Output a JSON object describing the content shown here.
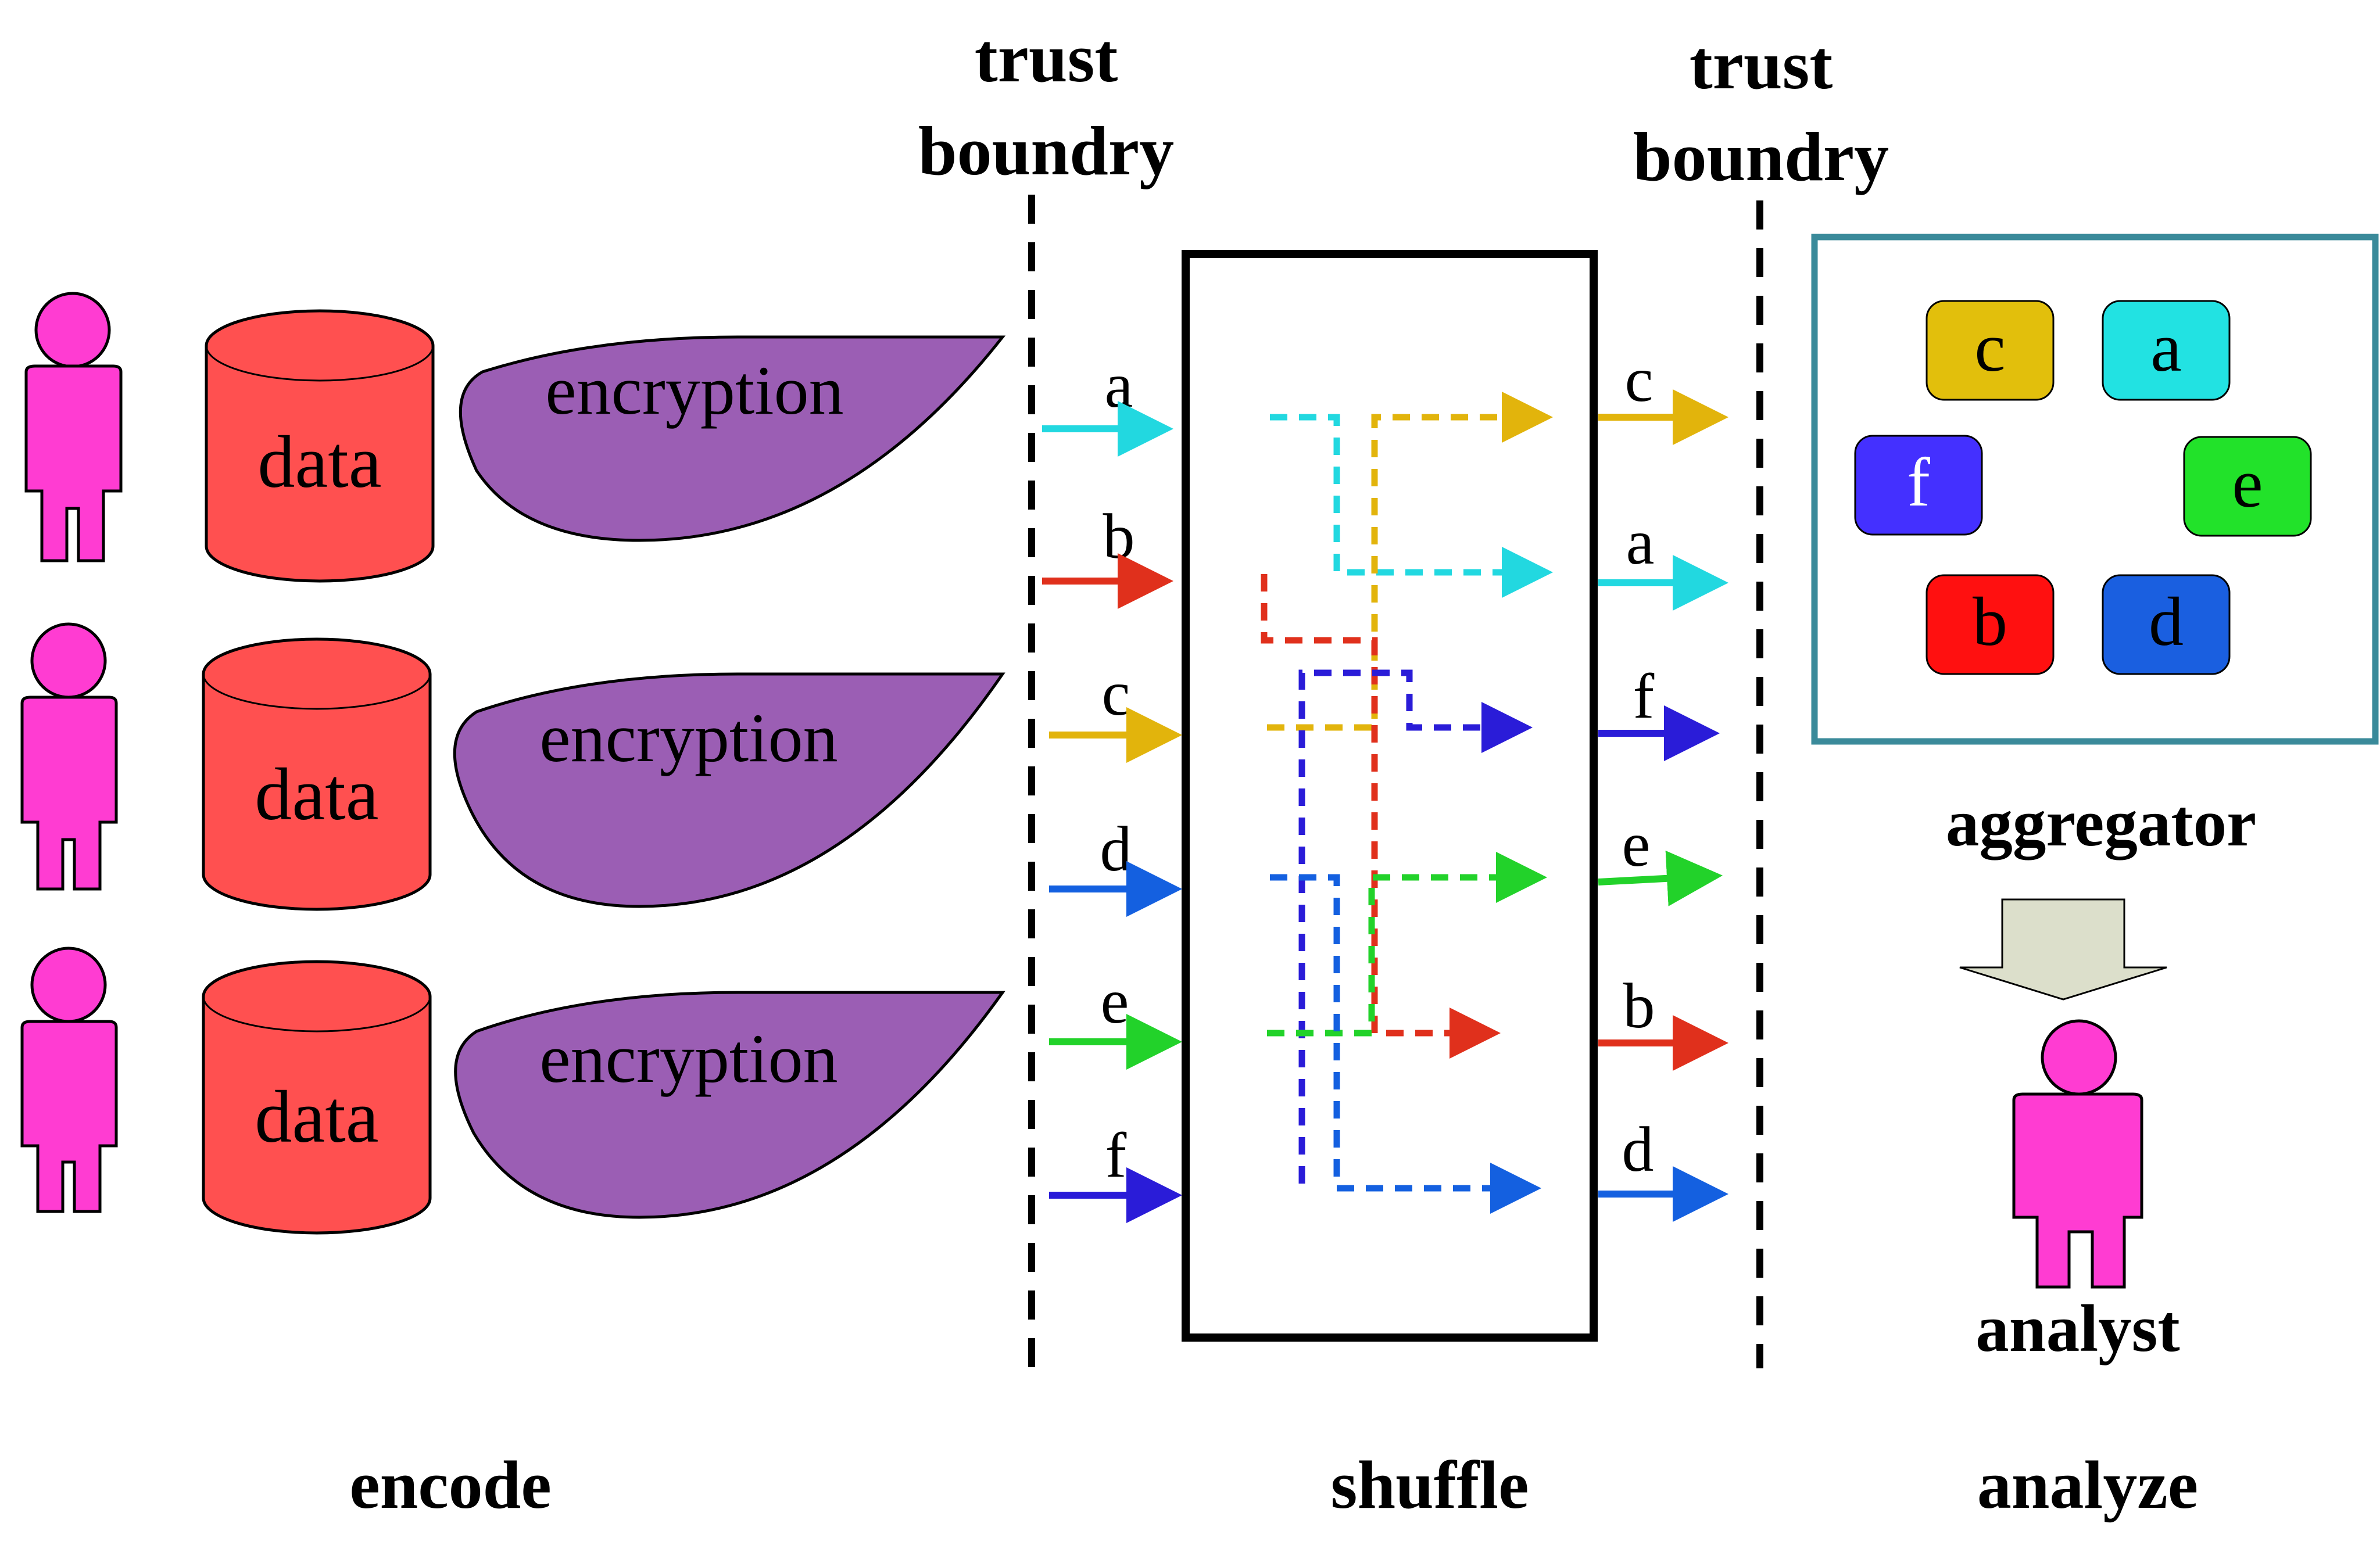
{
  "labels": {
    "trust_boundary": [
      "trust",
      "boundry"
    ],
    "data": "data",
    "encryption": "encryption",
    "aggregator": "aggregator",
    "analyst": "analyst",
    "stage_encode": "encode",
    "stage_shuffle": "shuffle",
    "stage_analyze": "analyze"
  },
  "inputs": [
    "a",
    "b",
    "c",
    "d",
    "e",
    "f"
  ],
  "outputs": [
    "c",
    "a",
    "f",
    "e",
    "b",
    "d"
  ],
  "aggregator_boxes": [
    "c",
    "a",
    "f",
    "e",
    "b",
    "d"
  ],
  "colors": {
    "a": "#22D8E0",
    "b": "#E0301C",
    "c": "#E2B40C",
    "d": "#1460E0",
    "e": "#22D22A",
    "f": "#2A1CD8",
    "person": "#FF3CD2",
    "data_cylinder": "#FF5050",
    "encryption": "#9B5EB4",
    "aggregator_border": "#3A8A9A",
    "down_arrow": "#DCDFCB"
  },
  "aggregator_box_colors": {
    "c": "#E2BF0C",
    "a": "#22E2E2",
    "f": "#4430FF",
    "e": "#22E22A",
    "b": "#FF1010",
    "d": "#1A5FE0"
  }
}
